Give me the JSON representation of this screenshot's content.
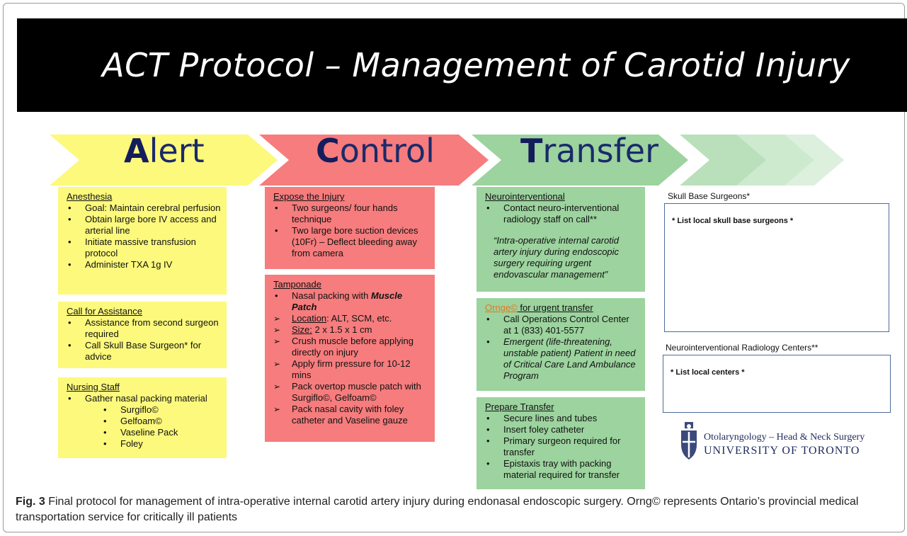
{
  "title": "ACT Protocol – Management of Carotid Injury",
  "phases": [
    {
      "cap": "A",
      "rest": "lert"
    },
    {
      "cap": "C",
      "rest": "ontrol"
    },
    {
      "cap": "T",
      "rest": "ransfer"
    }
  ],
  "colors": {
    "alert": "#fcf97c",
    "control": "#f67c7d",
    "transfer": "#9cd39e",
    "navy": "#1a2a6a"
  },
  "alert": {
    "anesthesia": {
      "heading": "Anesthesia",
      "items": [
        "Goal: Maintain cerebral perfusion",
        "Obtain large bore IV access and arterial line",
        "Initiate massive transfusion protocol",
        "Administer TXA 1g IV"
      ]
    },
    "assistance": {
      "heading": "Call for Assistance",
      "items": [
        "Assistance from second surgeon required",
        "Call Skull Base Surgeon* for advice"
      ]
    },
    "nursing": {
      "heading": "Nursing Staff",
      "item": "Gather nasal packing material",
      "subitems": [
        "Surgiflo©",
        "Gelfoam©",
        "Vaseline Pack",
        "Foley"
      ]
    }
  },
  "control": {
    "expose": {
      "heading": "Expose the Injury",
      "items": [
        "Two surgeons/ four hands technique",
        "Two large bore suction devices (10Fr) – Deflect bleeding away from camera"
      ]
    },
    "tamponade": {
      "heading": "Tamponade",
      "packing_prefix": "Nasal packing with ",
      "packing_emph": "Muscle Patch",
      "location_label": "Location",
      "location_text": ": ALT, SCM, etc.",
      "size_label": "Size:",
      "size_text": "  2 x 1.5 x 1 cm",
      "steps": [
        "Crush muscle before applying directly on injury",
        "Apply firm pressure for 10-12 mins",
        "Pack overtop muscle patch with Surgiflo©, Gelfoam©",
        "Pack nasal cavity with foley catheter and Vaseline gauze"
      ]
    }
  },
  "transfer": {
    "neuro": {
      "heading": "Neurointerventional",
      "item": "Contact neuro-interventional radiology staff on call**",
      "quote": "“Intra-operative internal carotid artery injury during endoscopic surgery requiring urgent endovascular management”"
    },
    "ornge": {
      "brand": "Ornge©",
      "heading_rest": " for urgent transfer",
      "items": [
        "Call Operations Control Center at 1 (833) 401-5577"
      ],
      "italic_item": "Emergent (life-threatening, unstable patient) Patient in need of Critical Care Land Ambulance Program"
    },
    "prepare": {
      "heading": "Prepare Transfer",
      "items": [
        "Secure lines and tubes",
        "Insert foley catheter",
        "Primary surgeon required for transfer",
        "Epistaxis tray with packing material required for transfer"
      ]
    }
  },
  "side": {
    "skull_heading": "Skull Base Surgeons*",
    "skull_placeholder": "* List local skull base surgeons *",
    "neuro_heading": "Neurointerventional Radiology Centers**",
    "neuro_placeholder": "* List local centers *"
  },
  "logo": {
    "dept": "Otolaryngology – Head & Neck Surgery",
    "university": "UNIVERSITY OF TORONTO"
  },
  "caption": {
    "label": "Fig. 3",
    "text": "  Final protocol for management of intra-operative internal carotid artery injury during endonasal endoscopic surgery. Orng© represents Ontario’s provincial medical transportation service for critically ill patients"
  }
}
